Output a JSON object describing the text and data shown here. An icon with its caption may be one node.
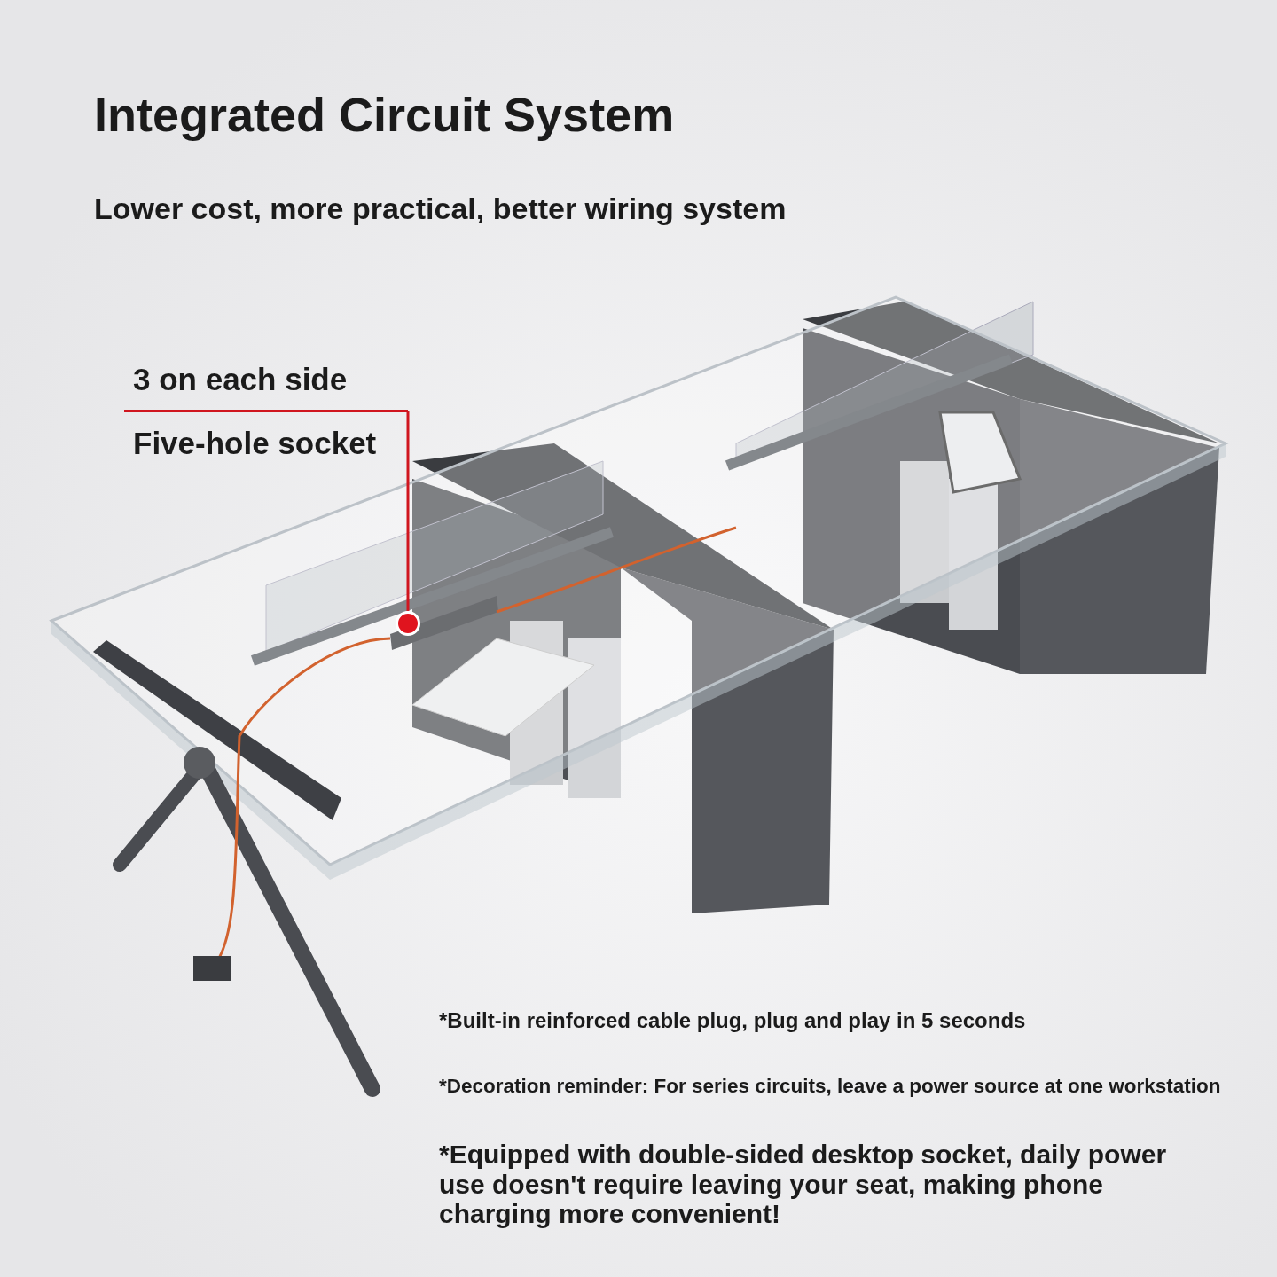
{
  "diagram": {
    "title": "Integrated Circuit System",
    "nodes": [
      {
        "text": [
          "3 on each side",
          "Five-hole socket"
        ]
      },
      {
        "text": [],
        "shape": "circle"
      }
    ],
    "edges": [
      {
        "from": 0,
        "to": 1,
        "arrow": "none",
        "color": "#d0161f"
      }
    ],
    "labels": [
      "Lower cost, more practical, better wiring system",
      "*Built-in reinforced cable plug, plug and play in 5 seconds",
      "*Decoration reminder: For series circuits, leave a power source at one workstation",
      "*Equipped with double-sided desktop socket, daily power use doesn't require leaving your seat, making phone charging more convenient!"
    ]
  }
}
